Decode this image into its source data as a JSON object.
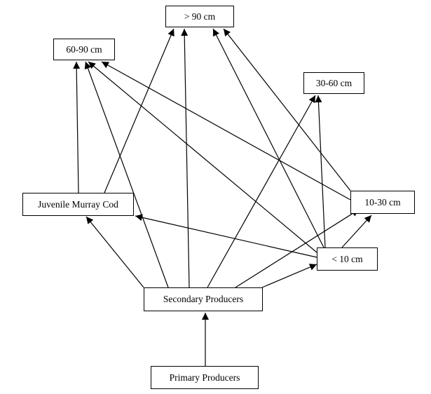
{
  "diagram": {
    "nodes": {
      "gt90": "> 90 cm",
      "n60_90": "60-90 cm",
      "n30_60": "30-60 cm",
      "juvenile": "Juvenile Murray Cod",
      "n10_30": "10-30 cm",
      "lt10": "< 10 cm",
      "secondary": "Secondary Producers",
      "primary": "Primary Producers"
    },
    "edges": [
      {
        "from": "Primary Producers",
        "to": "Secondary Producers"
      },
      {
        "from": "Secondary Producers",
        "to": "Juvenile Murray Cod"
      },
      {
        "from": "Secondary Producers",
        "to": "60-90 cm"
      },
      {
        "from": "Secondary Producers",
        "to": "> 90 cm"
      },
      {
        "from": "Secondary Producers",
        "to": "30-60 cm"
      },
      {
        "from": "Secondary Producers",
        "to": "10-30 cm"
      },
      {
        "from": "Secondary Producers",
        "to": "< 10 cm"
      },
      {
        "from": "< 10 cm",
        "to": "10-30 cm"
      },
      {
        "from": "< 10 cm",
        "to": "Juvenile Murray Cod"
      },
      {
        "from": "< 10 cm",
        "to": "60-90 cm"
      },
      {
        "from": "< 10 cm",
        "to": "> 90 cm"
      },
      {
        "from": "< 10 cm",
        "to": "30-60 cm"
      },
      {
        "from": "10-30 cm",
        "to": "> 90 cm"
      },
      {
        "from": "10-30 cm",
        "to": "60-90 cm"
      },
      {
        "from": "Juvenile Murray Cod",
        "to": "60-90 cm"
      },
      {
        "from": "Juvenile Murray Cod",
        "to": "> 90 cm"
      }
    ]
  }
}
